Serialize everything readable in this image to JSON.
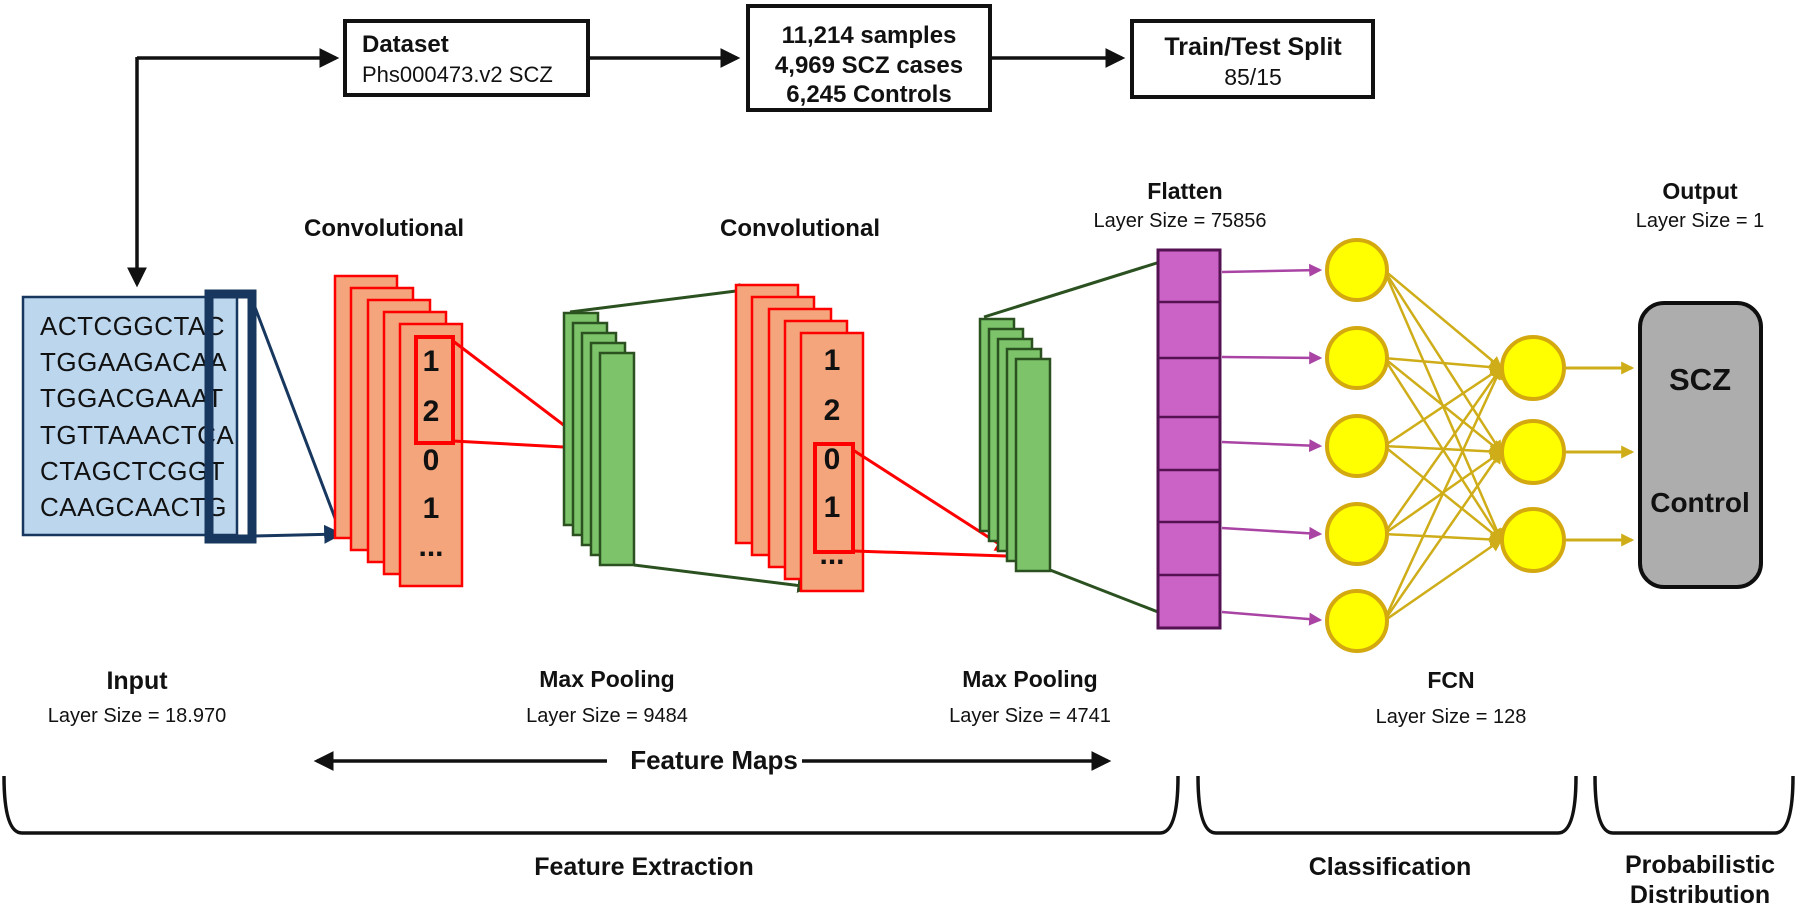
{
  "pipeline": {
    "dataset": {
      "title": "Dataset",
      "subtitle": "Phs000473.v2 SCZ"
    },
    "samples": {
      "line1": "11,214 samples",
      "line2": "4,969 SCZ cases",
      "line3": "6,245 Controls"
    },
    "split": {
      "title": "Train/Test Split",
      "subtitle": "85/15"
    }
  },
  "input": {
    "title": "Input",
    "layer_size": "Layer Size = 18.970",
    "sequences": [
      "ACTCGGCTAC",
      "TGGAAGACAA",
      "TGGACGAAAT",
      "TGTTAAACTCA",
      "CTAGCTCGGT",
      "CAAGCAACTG"
    ]
  },
  "conv1": {
    "title": "Convolutional",
    "values": [
      "1",
      "2",
      "0",
      "1",
      "..."
    ]
  },
  "maxpool1": {
    "title": "Max Pooling",
    "layer_size": "Layer Size = 9484"
  },
  "conv2": {
    "title": "Convolutional",
    "values": [
      "1",
      "2",
      "0",
      "1",
      "..."
    ]
  },
  "maxpool2": {
    "title": "Max Pooling",
    "layer_size": "Layer Size = 4741"
  },
  "flatten": {
    "title": "Flatten",
    "layer_size": "Layer Size = 75856",
    "cells": 7
  },
  "fcn": {
    "title": "FCN",
    "layer_size": "Layer Size = 128",
    "layer1_neurons": 5,
    "layer2_neurons": 3
  },
  "output": {
    "title": "Output",
    "layer_size": "Layer Size = 1",
    "class1": "SCZ",
    "class2": "Control"
  },
  "annotations": {
    "feature_maps": "Feature Maps",
    "feature_extraction": "Feature Extraction",
    "classification": "Classification",
    "probabilistic_line1": "Probabilistic",
    "probabilistic_line2": "Distribution"
  },
  "colors": {
    "navy": "#17375E",
    "input_fill": "#BCD6EE",
    "conv_fill": "#F4A57C",
    "conv_stroke": "#FF0000",
    "conv_label": "#FF0000",
    "pool_fill": "#7CC36A",
    "pool_stroke": "#2A511F",
    "pool_label": "#2E5B1D",
    "flatten_fill": "#CB62C6",
    "flatten_stroke": "#541253",
    "flatten_label": "#6B2277",
    "magenta_arrow": "#A944A4",
    "neuron_fill": "#FFFF00",
    "neuron_stroke": "#D3A90F",
    "fcn_label": "#C9A20B",
    "gold_line": "#CFAD19",
    "output_fill": "#ADADAD",
    "black": "#111111"
  }
}
